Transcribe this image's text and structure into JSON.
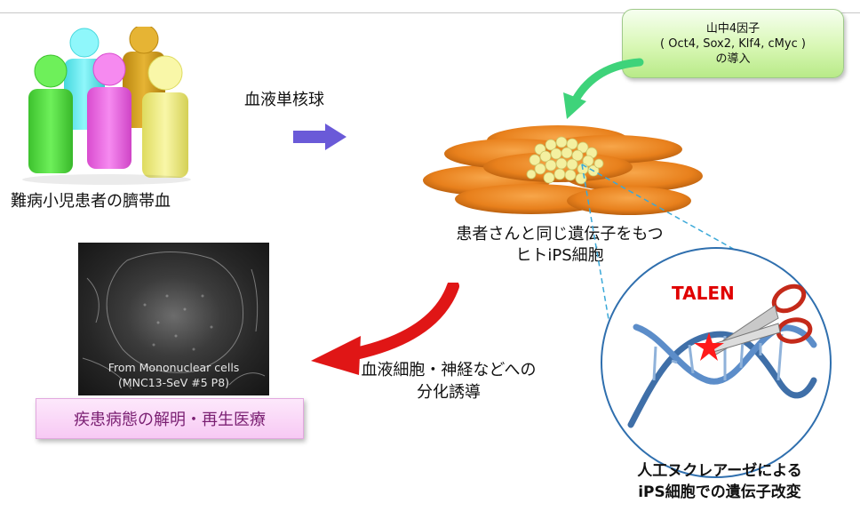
{
  "source": {
    "people_label": "難病小児患者の臍帯血"
  },
  "arrow1": {
    "label": "血液単核球"
  },
  "factors": {
    "line1": "山中4因子",
    "line2": "( Oct4, Sox2, Klf4, cMyc )",
    "line3": "の導入"
  },
  "ips": {
    "line1": "患者さんと同じ遺伝子をもつ",
    "line2": "ヒトiPS細胞"
  },
  "photo": {
    "caption_line1": "From Mononuclear cells",
    "caption_line2": "(MNC13-SeV #5 P8)"
  },
  "differentiation": {
    "line1": "血液細胞・神経などへの",
    "line2": "分化誘導"
  },
  "purpose": {
    "label": "疾患病態の解明・再生医療"
  },
  "editing": {
    "tool": "TALEN",
    "line1": "人工ヌクレアーゼによる",
    "line2": "iPS細胞での遺伝子改変"
  },
  "colors": {
    "person_green": "#5ee04a",
    "person_cyan": "#6ff0f4",
    "person_gold": "#d7a21f",
    "person_magenta": "#f06fe6",
    "person_yellow": "#f2f083",
    "cell_orange": "#e8801c",
    "colony_yellow": "#f4f0a0",
    "dna_blue": "#3f6fa8",
    "arrow_purple": "#6a5ad8",
    "arrow_green": "#3ed37a",
    "arrow_red": "#e01616",
    "talen_red": "#e00000",
    "circle_blue": "#2f6fae"
  }
}
